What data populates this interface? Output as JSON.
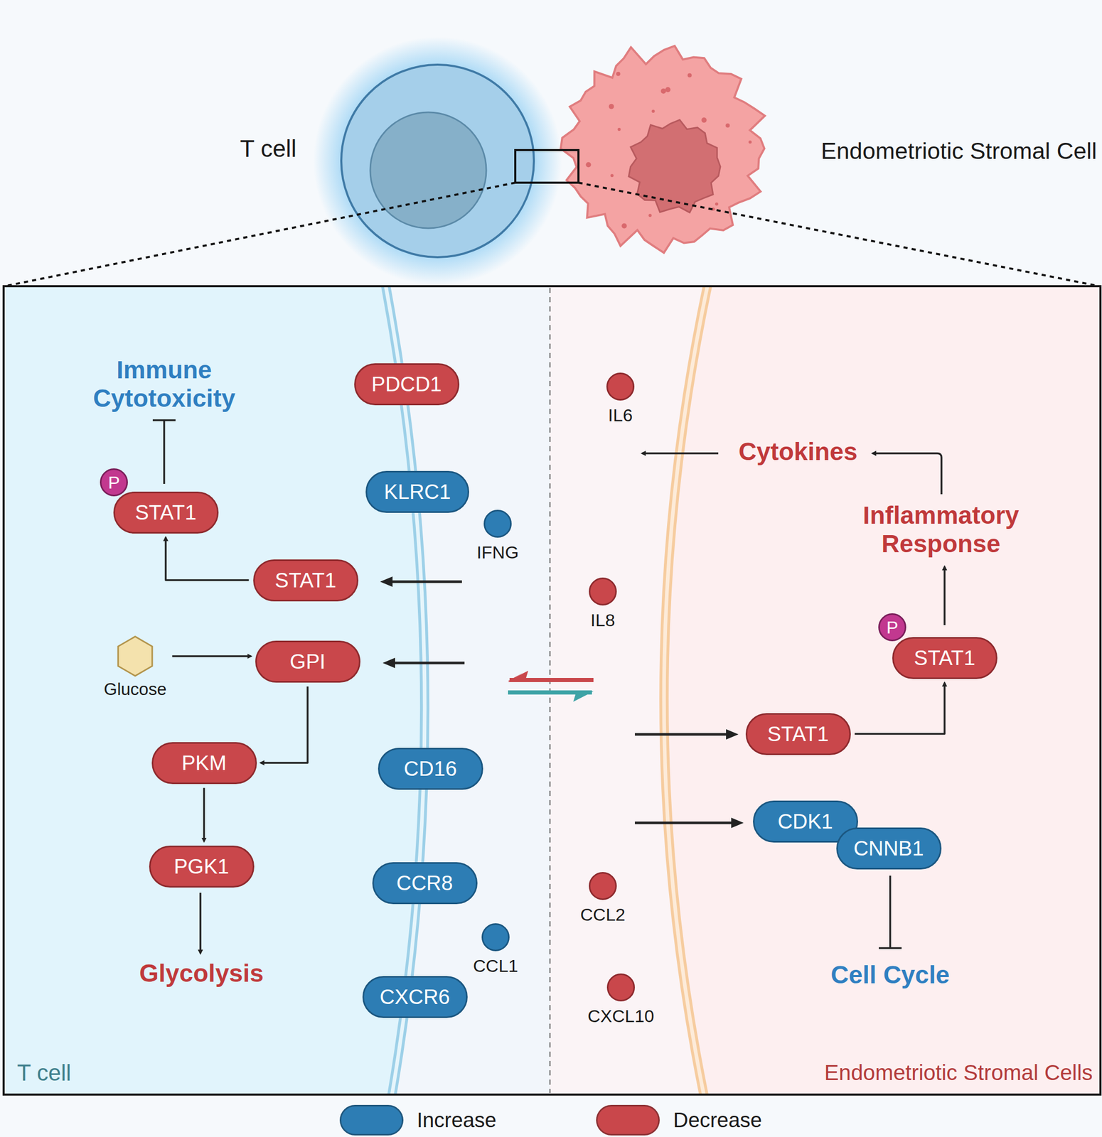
{
  "diagram": {
    "nodes": [
      {
        "text": [
          "PDCD1"
        ]
      },
      {
        "text": [
          "IL6"
        ]
      },
      {
        "text": [
          "P"
        ]
      },
      {
        "text": [
          "STAT1"
        ]
      },
      {
        "text": [
          "KLRC1"
        ]
      },
      {
        "text": [
          "IFNG"
        ]
      },
      {
        "text": [
          "STAT1"
        ]
      },
      {
        "text": [
          "IL8"
        ]
      },
      {
        "text": [
          "P"
        ]
      },
      {
        "text": [
          "STAT1"
        ]
      },
      {
        "text": [
          "Glucose"
        ]
      },
      {
        "text": [
          "GPI"
        ]
      },
      {
        "text": [
          "STAT1"
        ]
      },
      {
        "text": [
          "PKM"
        ]
      },
      {
        "text": [
          "CD16"
        ]
      },
      {
        "text": [
          "CDK1"
        ]
      },
      {
        "text": [
          "CNNB1"
        ]
      },
      {
        "text": [
          "PGK1"
        ]
      },
      {
        "text": [
          "CCR8"
        ]
      },
      {
        "text": [
          "CCL2"
        ]
      },
      {
        "text": [
          "CCL1"
        ]
      },
      {
        "text": [
          "CXCR6"
        ]
      },
      {
        "text": [
          "CXCL10"
        ]
      }
    ],
    "edges": [
      {
        "from": 10,
        "to": 11,
        "arrow": "to"
      },
      {
        "from": 11,
        "to": 13,
        "arrow": "to"
      },
      {
        "from": 13,
        "to": 17,
        "arrow": "to"
      },
      {
        "from": 6,
        "to": 3,
        "arrow": "to"
      },
      {
        "from": 12,
        "to": 9,
        "arrow": "to"
      }
    ],
    "labels": [
      "T cell",
      "Endometriotic Stromal Cell",
      "Immune Cytotoxicity",
      "Cytokines",
      "Inflammatory Response",
      "Glycolysis",
      "Cell Cycle",
      "T cell",
      "Endometriotic Stromal Cells"
    ],
    "legend": [
      {
        "text": "Increase",
        "color": "#2d7db4"
      },
      {
        "text": "Decrease",
        "color": "#c9474b"
      }
    ]
  }
}
